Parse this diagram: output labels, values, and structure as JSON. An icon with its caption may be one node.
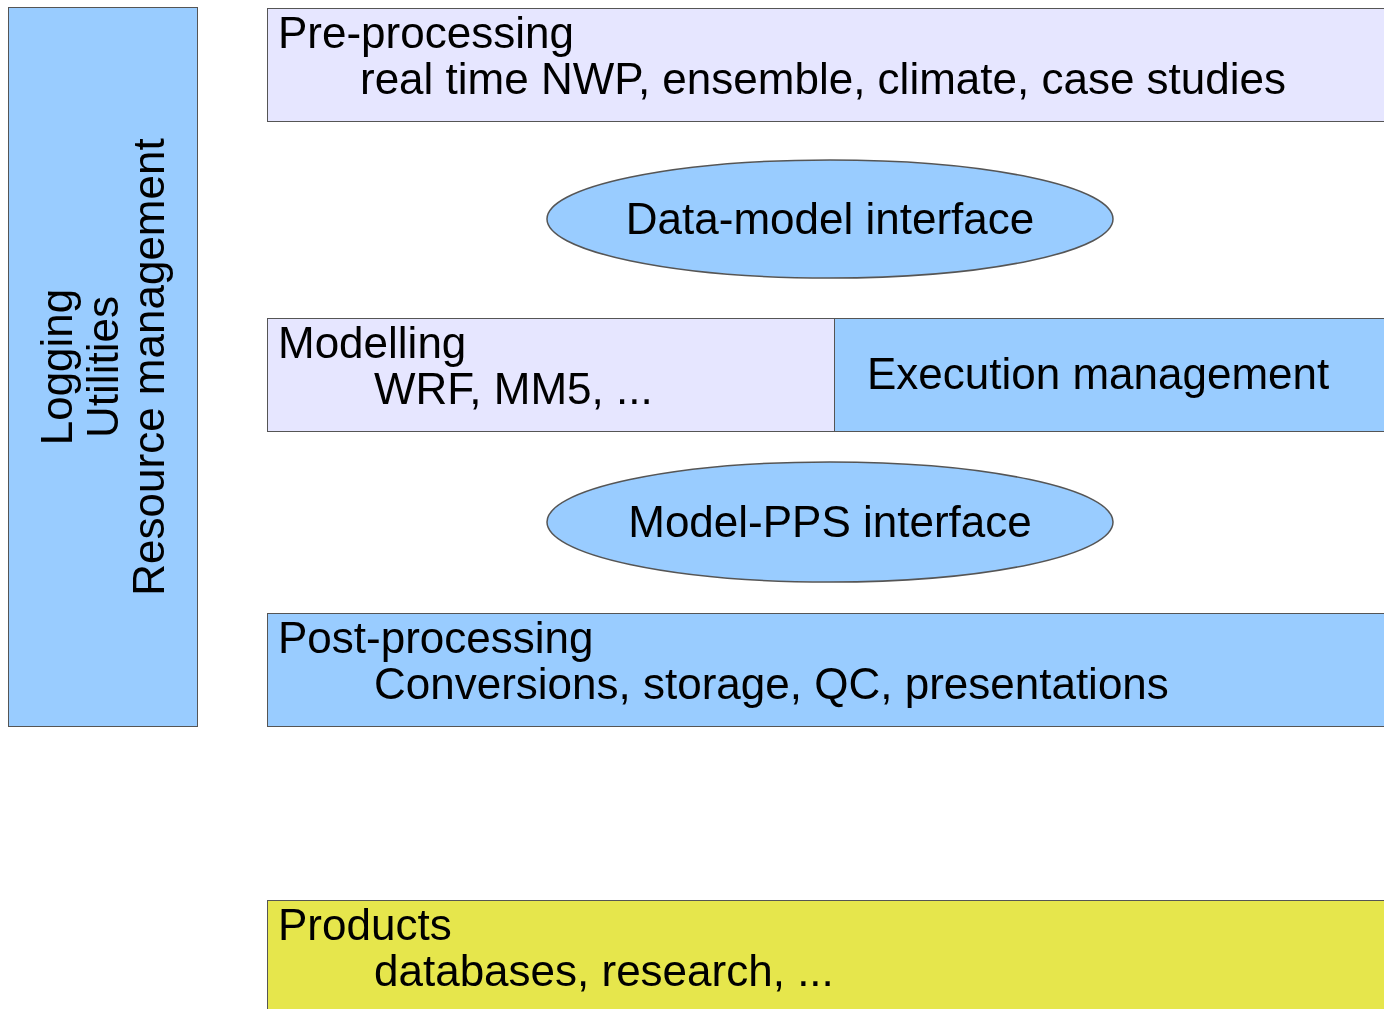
{
  "diagram": {
    "nodes": [
      {
        "text": [
          "Logging",
          "Utilities",
          "Resource management"
        ]
      },
      {
        "text": [
          "Pre-processing",
          "real time NWP, ensemble, climate, case studies"
        ]
      },
      {
        "text": [
          "Data-model interface"
        ]
      },
      {
        "text": [
          "Modelling",
          "WRF, MM5, ..."
        ]
      },
      {
        "text": [
          "Execution management"
        ]
      },
      {
        "text": [
          "Model-PPS interface"
        ]
      },
      {
        "text": [
          "Post-processing",
          "Conversions, storage, QC, presentations"
        ]
      },
      {
        "text": [
          "Products",
          "databases, research, ..."
        ]
      }
    ]
  }
}
